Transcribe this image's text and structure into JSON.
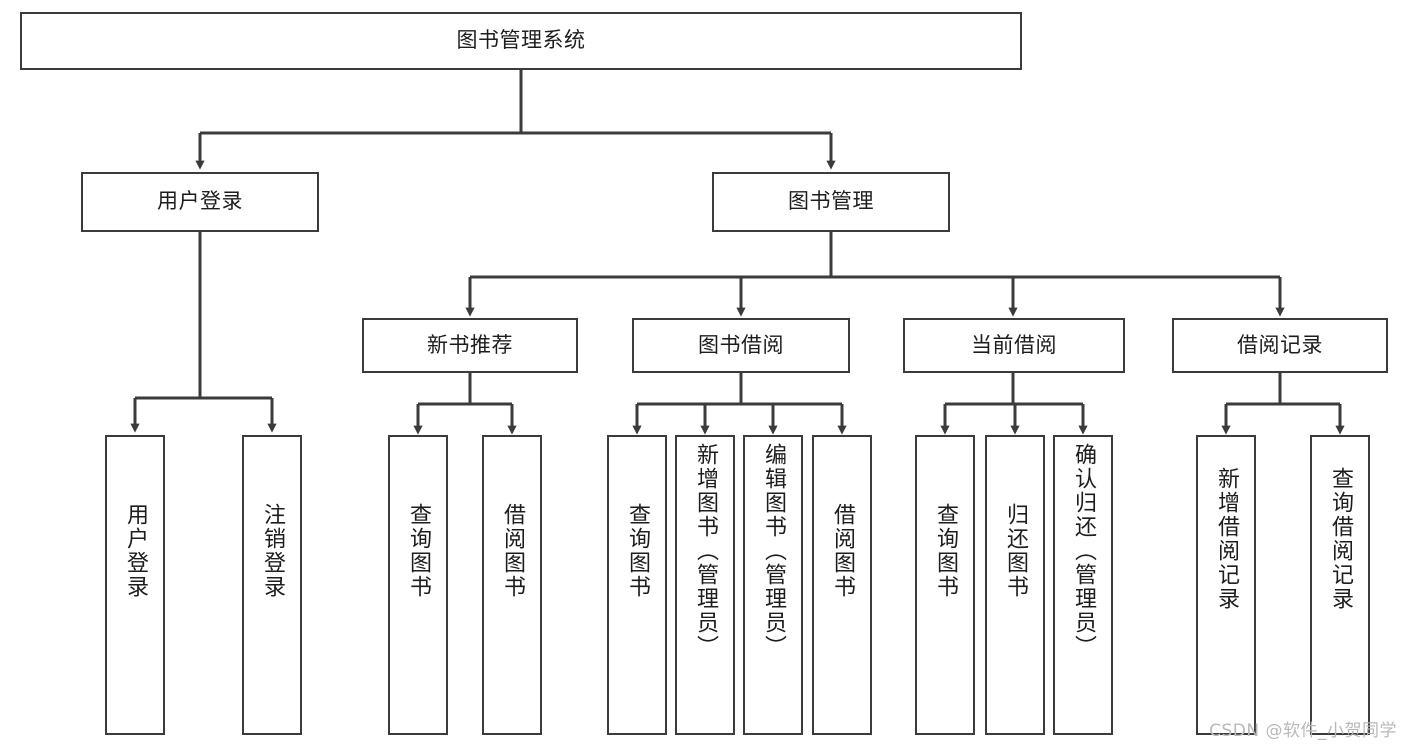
{
  "diagram": {
    "title": "图书管理系统",
    "type": "tree",
    "colors": {
      "stroke": "#3b3b3b",
      "fill": "#ffffff",
      "text": "#1d1d1d",
      "watermark": "#b9b9b9"
    },
    "root": {
      "label": "图书管理系统"
    },
    "level2": [
      {
        "label": "用户登录"
      },
      {
        "label": "图书管理"
      }
    ],
    "level3": [
      {
        "label": "新书推荐"
      },
      {
        "label": "图书借阅"
      },
      {
        "label": "当前借阅"
      },
      {
        "label": "借阅记录"
      }
    ],
    "leaves": {
      "user_login": [
        {
          "label": "用户登录"
        },
        {
          "label": "注销登录"
        }
      ],
      "new_book": [
        {
          "label": "查询图书"
        },
        {
          "label": "借阅图书"
        }
      ],
      "book_borrow": [
        {
          "label": "查询图书"
        },
        {
          "label": "新增图书（管理员）"
        },
        {
          "label": "编辑图书（管理员）"
        },
        {
          "label": "借阅图书"
        }
      ],
      "current_borrow": [
        {
          "label": "查询图书"
        },
        {
          "label": "归还图书"
        },
        {
          "label": "确认归还（管理员）"
        }
      ],
      "borrow_record": [
        {
          "label": "新增借阅记录"
        },
        {
          "label": "查询借阅记录"
        }
      ]
    }
  },
  "watermark": {
    "text": "CSDN @软件_小贺同学"
  }
}
